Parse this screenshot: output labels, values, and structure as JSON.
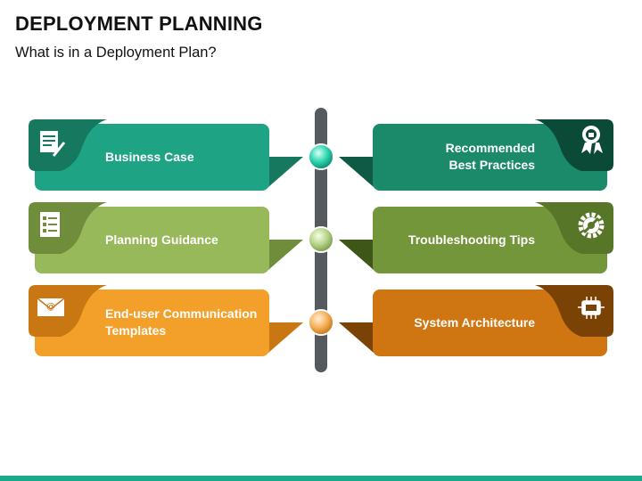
{
  "title": "DEPLOYMENT PLANNING",
  "subtitle": "What is in a Deployment Plan?",
  "items": [
    {
      "side": "left",
      "row": 0,
      "label": "Business Case",
      "icon": "document-pen-icon",
      "color": "#1ea384",
      "dark": "#16785f",
      "accent": "#0e5a45"
    },
    {
      "side": "left",
      "row": 1,
      "label": "Planning Guidance",
      "icon": "checklist-icon",
      "color": "#98b95a",
      "dark": "#6f8d3a",
      "accent": "#4f6a25"
    },
    {
      "side": "left",
      "row": 2,
      "label": "End-user Communication\nTemplates",
      "icon": "email-envelope-icon",
      "color": "#f2a02a",
      "dark": "#c87712",
      "accent": "#9c5a08"
    },
    {
      "side": "right",
      "row": 0,
      "label": "Recommended\nBest Practices",
      "icon": "award-ribbon-icon",
      "color": "#1b8a6a",
      "dark": "#14684f",
      "accent": "#0b4a37"
    },
    {
      "side": "right",
      "row": 1,
      "label": "Troubleshooting Tips",
      "icon": "gear-wrench-icon",
      "color": "#73963a",
      "dark": "#587628",
      "accent": "#3e5618"
    },
    {
      "side": "right",
      "row": 2,
      "label": "System Architecture",
      "icon": "chip-network-icon",
      "color": "#cf7612",
      "dark": "#a55a08",
      "accent": "#7a4204"
    }
  ],
  "nodes": [
    {
      "color": "#2fd6b0"
    },
    {
      "color": "#b7d48a"
    },
    {
      "color": "#f7b25a"
    }
  ],
  "colors": {
    "timeline": "#555a5f",
    "bottom_bar": "#1aa88a"
  }
}
